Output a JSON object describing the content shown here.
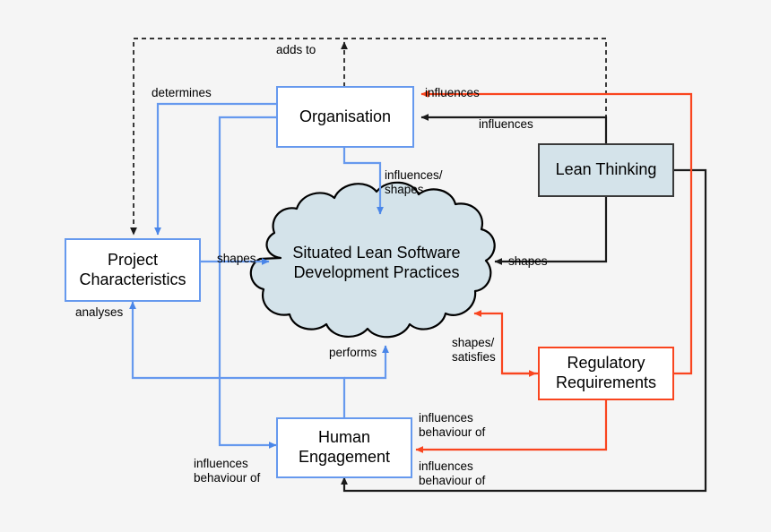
{
  "diagram": {
    "title": "Situated Lean Software Development Practices conceptual model",
    "background_color": "#f5f5f5",
    "colors": {
      "blue": "#6699ee",
      "red": "#f9451f",
      "black": "#1a1a1a",
      "node_fill_light_blue": "#d4e3ea",
      "node_fill_white": "#ffffff"
    }
  },
  "nodes": {
    "organisation": {
      "label": "Organisation",
      "style": "blue"
    },
    "lean_thinking": {
      "label": "Lean Thinking",
      "style": "dark"
    },
    "project_characteristics": {
      "label": "Project\nCharacteristics",
      "style": "blue"
    },
    "human_engagement": {
      "label": "Human\nEngagement",
      "style": "blue"
    },
    "regulatory_requirements": {
      "label": "Regulatory\nRequirements",
      "style": "red"
    },
    "practices_cloud": {
      "label": "Situated Lean Software\nDevelopment Practices",
      "style": "cloud"
    }
  },
  "edge_labels": {
    "adds_to": "adds to",
    "determines": "determines",
    "influences_lean_to_org": "influences",
    "influences_reg_to_org": "influences",
    "influences_shapes": "influences/\nshapes",
    "shapes_from_project": "shapes",
    "shapes_from_lean": "shapes",
    "analyses": "analyses",
    "performs": "performs",
    "shapes_satisfies": "shapes/\nsatisfies",
    "influences_behaviour_of_red": "influences\nbehaviour of",
    "influences_behaviour_of_black": "influences\nbehaviour of",
    "influences_behaviour_of_blue": "influences\nbehaviour of"
  }
}
